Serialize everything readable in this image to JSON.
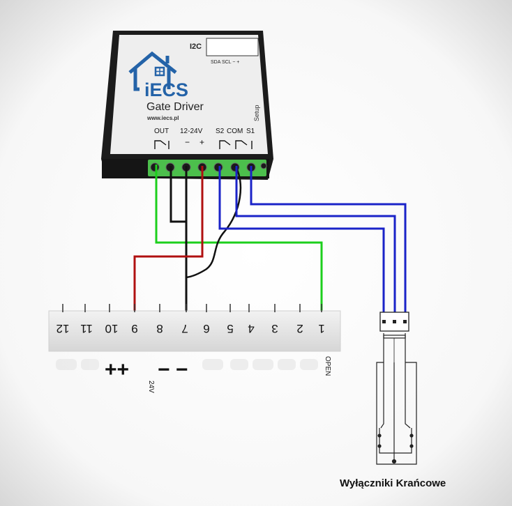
{
  "device": {
    "i2c_label": "I2C",
    "i2c_pins": "SDA SCL  −  +",
    "brand": "iECS",
    "product": "Gate Driver",
    "url": "www.iecs.pl",
    "setup_label": "Setup",
    "port_labels": {
      "out": "OUT",
      "power": "12-24V",
      "power_minus": "−",
      "power_plus": "+",
      "s2": "S2",
      "com": "COM",
      "s1": "S1"
    }
  },
  "terminal_block": {
    "numbers": [
      "12",
      "11",
      "10",
      "9",
      "8",
      "7",
      "6",
      "5",
      "4",
      "3",
      "2",
      "1"
    ],
    "plus_signs": "++",
    "minus_signs": "− −",
    "voltage": "24V",
    "open_label": "OPEN"
  },
  "limit_switches": {
    "label": "Wyłączniki Krańcowe"
  },
  "colors": {
    "green": "#1ccf1c",
    "red": "#b01010",
    "black": "#111111",
    "blue": "#1a23c8",
    "housing": "#1c1c1c",
    "panel": "#eeeeee",
    "brand_blue": "#2463a8",
    "connector_green": "#4cbf4c"
  }
}
